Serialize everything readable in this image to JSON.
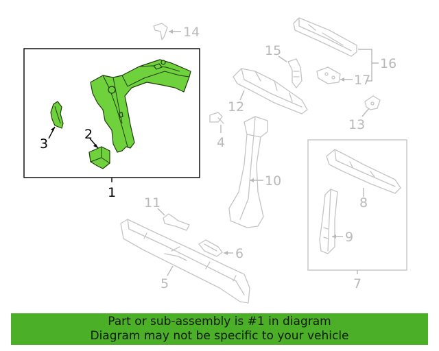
{
  "labels": {
    "c1": "1",
    "c2": "2",
    "c3": "3",
    "c4": "4",
    "c5": "5",
    "c6": "6",
    "c7": "7",
    "c8": "8",
    "c9": "9",
    "c10": "10",
    "c11": "11",
    "c12": "12",
    "c13": "13",
    "c14": "14",
    "c15": "15",
    "c16": "16",
    "c17": "17"
  },
  "highlighted_part": "1",
  "colors": {
    "highlight": "#6fd13c",
    "banner": "#4caf28",
    "ghost": "#c4c4c4"
  },
  "banner": {
    "line1": "Part or sub-assembly is #1 in diagram",
    "line2": "Diagram may not be specific to your vehicle"
  }
}
